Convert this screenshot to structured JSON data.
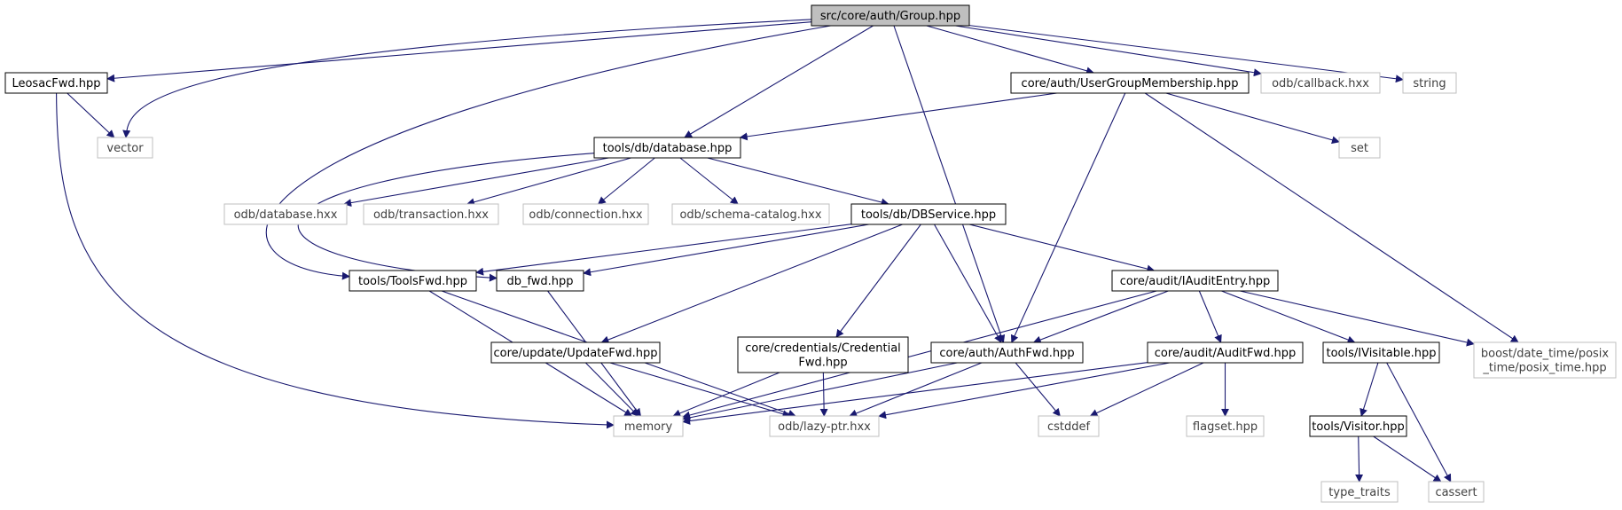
{
  "diagram": {
    "type": "include-dependency-graph",
    "colors": {
      "edge": "#191970",
      "root_fill": "#bfbfbf",
      "linked_border": "#000000",
      "external_border": "#bfbfbf",
      "text": "#000000",
      "external_text": "#404040"
    },
    "nodes": [
      {
        "id": "group",
        "label": "src/core/auth/Group.hpp",
        "kind": "root"
      },
      {
        "id": "leosacfwd",
        "label": "LeosacFwd.hpp",
        "kind": "linked"
      },
      {
        "id": "vector",
        "label": "vector",
        "kind": "external"
      },
      {
        "id": "ugm",
        "label": "core/auth/UserGroupMembership.hpp",
        "kind": "linked"
      },
      {
        "id": "odbcallback",
        "label": "odb/callback.hxx",
        "kind": "external"
      },
      {
        "id": "string",
        "label": "string",
        "kind": "external"
      },
      {
        "id": "set",
        "label": "set",
        "kind": "external"
      },
      {
        "id": "database",
        "label": "tools/db/database.hpp",
        "kind": "linked"
      },
      {
        "id": "odbdatabase",
        "label": "odb/database.hxx",
        "kind": "external"
      },
      {
        "id": "odbtransaction",
        "label": "odb/transaction.hxx",
        "kind": "external"
      },
      {
        "id": "odbconnection",
        "label": "odb/connection.hxx",
        "kind": "external"
      },
      {
        "id": "odbschema",
        "label": "odb/schema-catalog.hxx",
        "kind": "external"
      },
      {
        "id": "dbservice",
        "label": "tools/db/DBService.hpp",
        "kind": "linked"
      },
      {
        "id": "toolsfwd",
        "label": "tools/ToolsFwd.hpp",
        "kind": "linked"
      },
      {
        "id": "dbfwd",
        "label": "db_fwd.hpp",
        "kind": "linked"
      },
      {
        "id": "iauditentry",
        "label": "core/audit/IAuditEntry.hpp",
        "kind": "linked"
      },
      {
        "id": "posixtime",
        "label": [
          "boost/date_time/posix",
          "_time/posix_time.hpp"
        ],
        "kind": "external"
      },
      {
        "id": "updatefwd",
        "label": "core/update/UpdateFwd.hpp",
        "kind": "linked"
      },
      {
        "id": "credfwd",
        "label": [
          "core/credentials/Credential",
          "Fwd.hpp"
        ],
        "kind": "linked"
      },
      {
        "id": "authfwd",
        "label": "core/auth/AuthFwd.hpp",
        "kind": "linked"
      },
      {
        "id": "auditfwd",
        "label": "core/audit/AuditFwd.hpp",
        "kind": "linked"
      },
      {
        "id": "ivisitable",
        "label": "tools/IVisitable.hpp",
        "kind": "linked"
      },
      {
        "id": "memory",
        "label": "memory",
        "kind": "external"
      },
      {
        "id": "lazyptr",
        "label": "odb/lazy-ptr.hxx",
        "kind": "external"
      },
      {
        "id": "cstddef",
        "label": "cstddef",
        "kind": "external"
      },
      {
        "id": "flagset",
        "label": "flagset.hpp",
        "kind": "external"
      },
      {
        "id": "visitor",
        "label": "tools/Visitor.hpp",
        "kind": "linked"
      },
      {
        "id": "typetraits",
        "label": "type_traits",
        "kind": "external"
      },
      {
        "id": "cassert",
        "label": "cassert",
        "kind": "external"
      }
    ],
    "edges": [
      [
        "group",
        "leosacfwd"
      ],
      [
        "group",
        "vector"
      ],
      [
        "group",
        "toolsfwd"
      ],
      [
        "group",
        "database"
      ],
      [
        "group",
        "authfwd"
      ],
      [
        "group",
        "ugm"
      ],
      [
        "group",
        "odbcallback"
      ],
      [
        "group",
        "string"
      ],
      [
        "leosacfwd",
        "vector"
      ],
      [
        "leosacfwd",
        "memory"
      ],
      [
        "ugm",
        "database"
      ],
      [
        "ugm",
        "set"
      ],
      [
        "ugm",
        "authfwd"
      ],
      [
        "ugm",
        "posixtime"
      ],
      [
        "database",
        "dbfwd"
      ],
      [
        "database",
        "odbdatabase"
      ],
      [
        "database",
        "odbtransaction"
      ],
      [
        "database",
        "odbconnection"
      ],
      [
        "database",
        "odbschema"
      ],
      [
        "database",
        "dbservice"
      ],
      [
        "dbservice",
        "toolsfwd"
      ],
      [
        "dbservice",
        "dbfwd"
      ],
      [
        "dbservice",
        "updatefwd"
      ],
      [
        "dbservice",
        "credfwd"
      ],
      [
        "dbservice",
        "authfwd"
      ],
      [
        "dbservice",
        "iauditentry"
      ],
      [
        "toolsfwd",
        "memory"
      ],
      [
        "toolsfwd",
        "lazyptr"
      ],
      [
        "dbfwd",
        "memory"
      ],
      [
        "iauditentry",
        "authfwd"
      ],
      [
        "iauditentry",
        "memory"
      ],
      [
        "iauditentry",
        "auditfwd"
      ],
      [
        "iauditentry",
        "ivisitable"
      ],
      [
        "iauditentry",
        "posixtime"
      ],
      [
        "updatefwd",
        "memory"
      ],
      [
        "updatefwd",
        "lazyptr"
      ],
      [
        "credfwd",
        "memory"
      ],
      [
        "credfwd",
        "lazyptr"
      ],
      [
        "authfwd",
        "memory"
      ],
      [
        "authfwd",
        "lazyptr"
      ],
      [
        "authfwd",
        "cstddef"
      ],
      [
        "auditfwd",
        "memory"
      ],
      [
        "auditfwd",
        "lazyptr"
      ],
      [
        "auditfwd",
        "cstddef"
      ],
      [
        "auditfwd",
        "flagset"
      ],
      [
        "ivisitable",
        "visitor"
      ],
      [
        "ivisitable",
        "cassert"
      ],
      [
        "visitor",
        "typetraits"
      ],
      [
        "visitor",
        "cassert"
      ]
    ]
  }
}
